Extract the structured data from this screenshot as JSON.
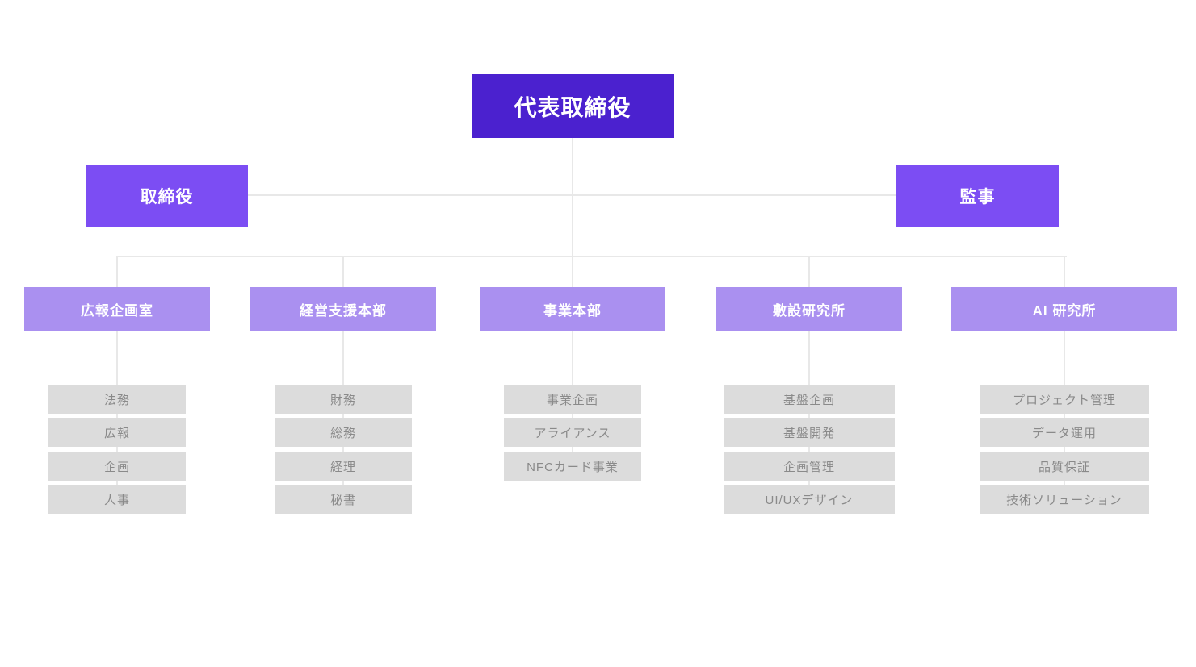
{
  "colors": {
    "level1_bg": "#4B21CF",
    "level2_bg": "#7C4DF3",
    "department_bg": "#AA90F0",
    "sub_bg": "#DCDCDC",
    "sub_text": "#8A8A8A",
    "connector": "#E8E8E8",
    "box_text": "#FFFFFF"
  },
  "root": {
    "label": "代表取締役"
  },
  "level2": {
    "left": {
      "label": "取締役"
    },
    "right": {
      "label": "監事"
    }
  },
  "departments": [
    {
      "name": "広報企画室",
      "children": [
        "法務",
        "広報",
        "企画",
        "人事"
      ]
    },
    {
      "name": "経営支援本部",
      "children": [
        "財務",
        "総務",
        "経理",
        "秘書"
      ]
    },
    {
      "name": "事業本部",
      "children": [
        "事業企画",
        "アライアンス",
        "NFCカード事業"
      ]
    },
    {
      "name": "敷設研究所",
      "children": [
        "基盤企画",
        "基盤開発",
        "企画管理",
        "UI/UXデザイン"
      ]
    },
    {
      "name": "AI 研究所",
      "children": [
        "プロジェクト管理",
        "データ運用",
        "品質保証",
        "技術ソリューション"
      ]
    }
  ]
}
